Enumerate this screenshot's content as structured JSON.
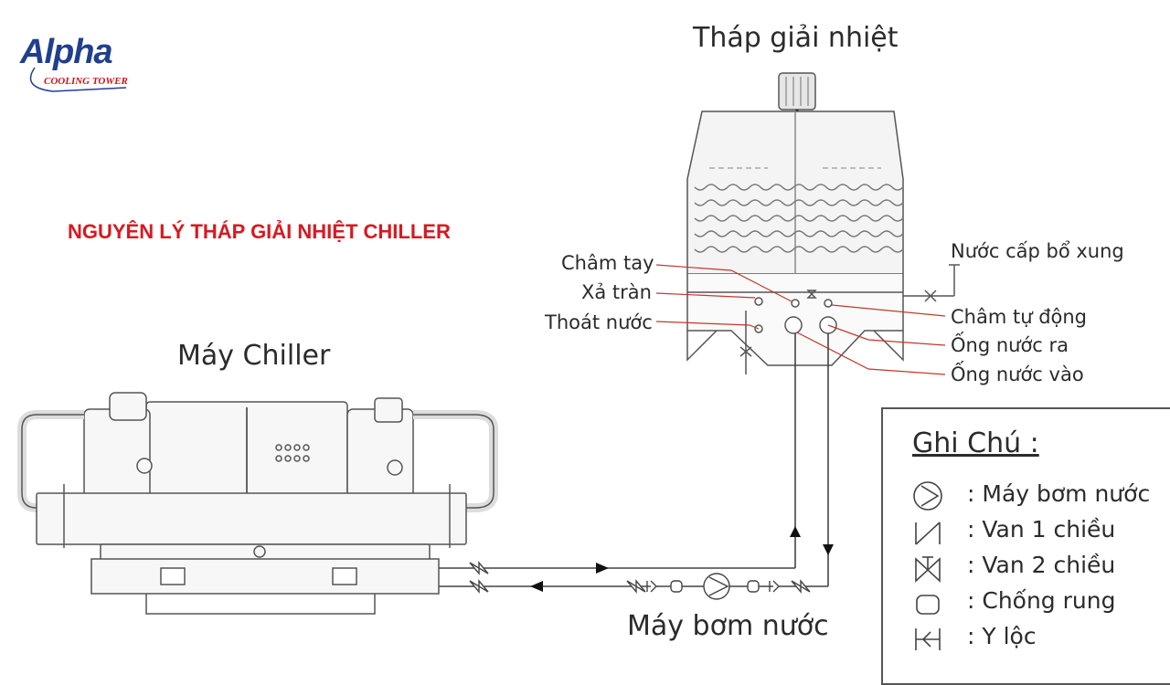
{
  "logo": {
    "brand": "Alpha",
    "tagline": "COOLING TOWER"
  },
  "headline": "NGUYÊN LÝ THÁP GIẢI NHIỆT CHILLER",
  "labels": {
    "tower_title": "Tháp giải nhiệt",
    "chiller_title": "Máy Chiller",
    "pump_title": "Máy bơm nước",
    "manual_fill": "Châm tay",
    "overflow": "Xả tràn",
    "drain": "Thoát nước",
    "makeup_water": "Nước cấp bổ xung",
    "auto_fill": "Châm tự động",
    "outlet_pipe": "Ống nước ra",
    "inlet_pipe": "Ống nước vào"
  },
  "legend": {
    "title": "Ghi Chú :",
    "items": [
      {
        "icon": "pump-icon",
        "text": ": Máy bơm nước"
      },
      {
        "icon": "check-valve-icon",
        "text": ": Van 1 chiều"
      },
      {
        "icon": "gate-valve-icon",
        "text": ": Van 2 chiều"
      },
      {
        "icon": "anti-vibration-icon",
        "text": ": Chống rung"
      },
      {
        "icon": "y-strainer-icon",
        "text": ": Y lộc"
      }
    ]
  },
  "colors": {
    "headline": "#d71920",
    "brand": "#1f3f8f",
    "tagline": "#c8161d",
    "leader": "#c0392b",
    "line": "#444444"
  }
}
